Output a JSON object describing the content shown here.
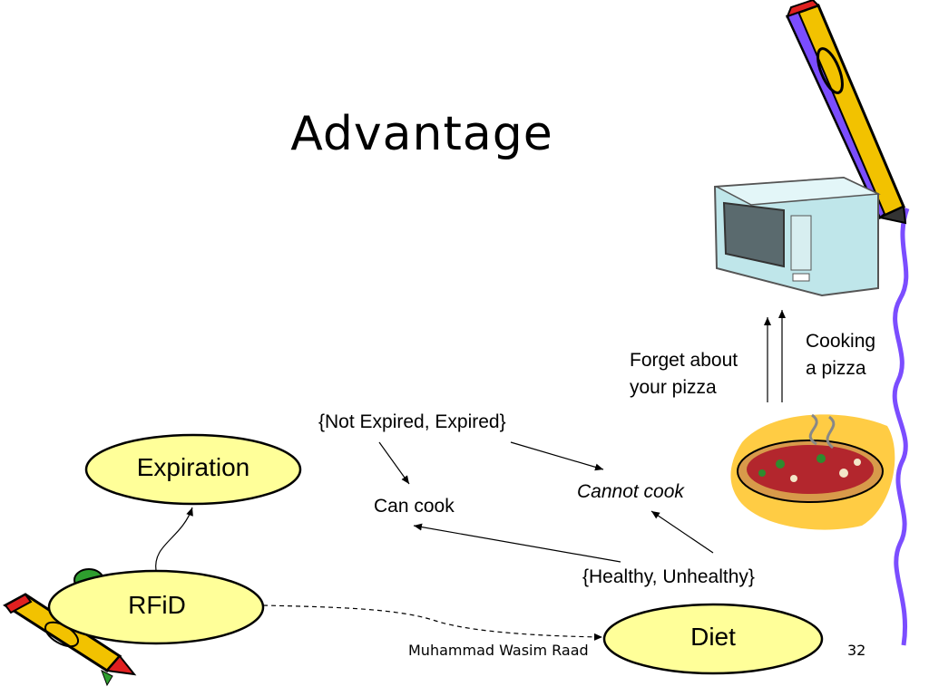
{
  "slide": {
    "title": "Advantage",
    "footer_author": "Muhammad Wasim Raad",
    "page_number": "32"
  },
  "diagram": {
    "nodes": {
      "expiration": "Expiration",
      "rfid": "RFiD",
      "diet": "Diet"
    },
    "labels": {
      "expiry_states": "{Not Expired, Expired}",
      "health_states": "{Healthy, Unhealthy}",
      "can_cook": "Can cook",
      "cannot_cook": "Cannot cook",
      "forget_line1": "Forget about",
      "forget_line2": "your pizza",
      "cooking_line1": "Cooking",
      "cooking_line2": "a pizza"
    }
  },
  "colors": {
    "node_fill": "#ffff99",
    "pencil_yellow": "#f2c200",
    "pencil_red": "#e02020",
    "cord_purple": "#7b4dff",
    "microwave_body": "#bfe6ea",
    "pizza_crust": "#d89a4a",
    "pizza_sauce": "#b3262d",
    "pizza_plate": "#ffcc44"
  },
  "icons": [
    "pencil-icon",
    "microwave-icon",
    "pizza-icon",
    "crayon-icon"
  ]
}
